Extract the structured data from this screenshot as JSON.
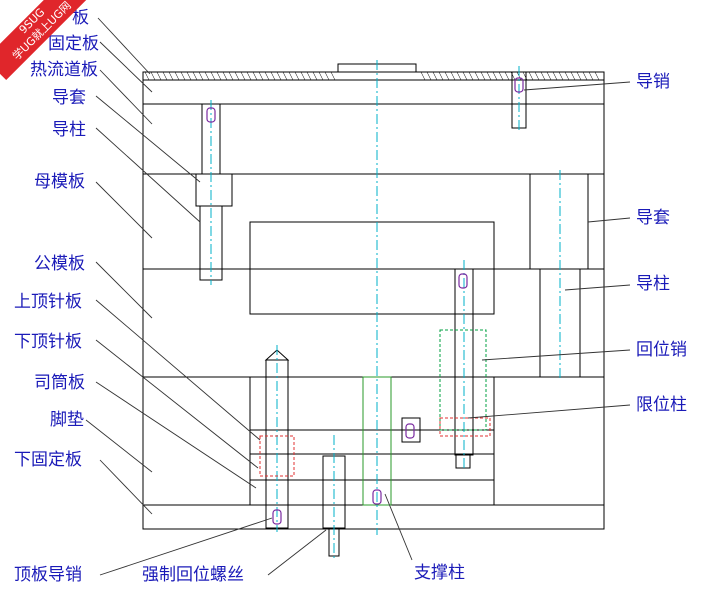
{
  "watermark": {
    "line1": "9SUG",
    "line2": "学UG就上UG网",
    "color": "#e0262b"
  },
  "labels_left": [
    {
      "key": "top_clamp",
      "text": "板"
    },
    {
      "key": "top_fixed",
      "text": "固定板"
    },
    {
      "key": "hot_runner",
      "text": "热流道板"
    },
    {
      "key": "guide_bush_l",
      "text": "导套"
    },
    {
      "key": "guide_pin_l",
      "text": "导柱"
    },
    {
      "key": "cavity_plate",
      "text": "母模板"
    },
    {
      "key": "core_plate",
      "text": "公模板"
    },
    {
      "key": "upper_ejector",
      "text": "上顶针板"
    },
    {
      "key": "lower_ejector",
      "text": "下顶针板"
    },
    {
      "key": "sleeve_plate",
      "text": "司筒板"
    },
    {
      "key": "spacer",
      "text": "脚垫"
    },
    {
      "key": "bottom_fixed",
      "text": "下固定板"
    }
  ],
  "labels_right": [
    {
      "key": "dowel",
      "text": "导销"
    },
    {
      "key": "guide_bush_r",
      "text": "导套"
    },
    {
      "key": "guide_pin_r",
      "text": "导柱"
    },
    {
      "key": "return_pin",
      "text": "回位销"
    },
    {
      "key": "stop_pin",
      "text": "限位柱"
    }
  ],
  "labels_bottom": [
    {
      "key": "ejector_guide",
      "text": "顶板导销"
    },
    {
      "key": "return_screw",
      "text": "强制回位螺丝"
    },
    {
      "key": "support_pillar",
      "text": "支撑柱"
    }
  ],
  "colors": {
    "label": "#1a1ab8",
    "outline": "#000000",
    "centerline": "#00b0c8",
    "pin": "#7a2aa0",
    "spring": "#00a040",
    "hidden": "#e03030"
  }
}
